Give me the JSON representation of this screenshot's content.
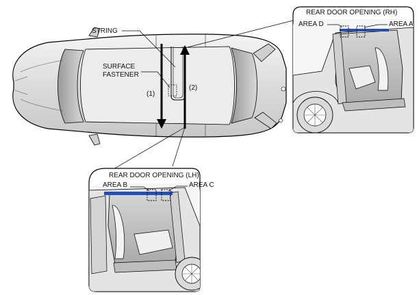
{
  "labels": {
    "string": "STRING",
    "surface_fastener_1": "SURFACE",
    "surface_fastener_2": "FASTENER",
    "step_1": "(1)",
    "step_2": "(2)",
    "rh_title": "REAR DOOR OPENING (RH)",
    "area_d": "AREA D",
    "area_a": "AREA A",
    "lh_title": "REAR DOOR OPENING (LH)",
    "area_b": "AREA B",
    "area_c": "AREA C"
  },
  "colors": {
    "outline": "#000000",
    "car_body": "#e8e8e8",
    "fastener_strip": "#2b4fa8"
  }
}
